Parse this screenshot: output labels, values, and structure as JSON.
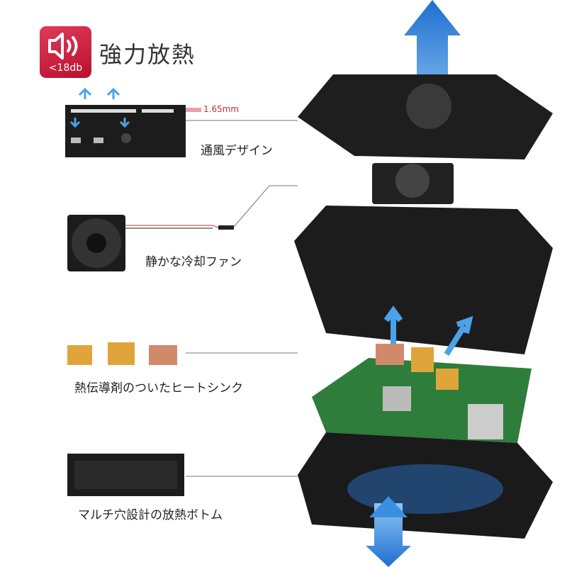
{
  "badge": {
    "icon": "speaker-volume-icon",
    "text": "<18db",
    "color": "#c8173a"
  },
  "title": "強力放熱",
  "labels": {
    "thickness": "1.65mm",
    "vent": "通風デザイン",
    "fan": "静かな冷却ファン",
    "heatsink": "熱伝導剤のついたヒートシンク",
    "bottom": "マルチ穴設計の放熱ボトム"
  },
  "colors": {
    "airflow": "#3a8fe0",
    "case": "#1c1c1c",
    "board": "#2e7d3a",
    "heatsink_gold": "#e0a53a",
    "heatsink_copper": "#d08a6a"
  }
}
